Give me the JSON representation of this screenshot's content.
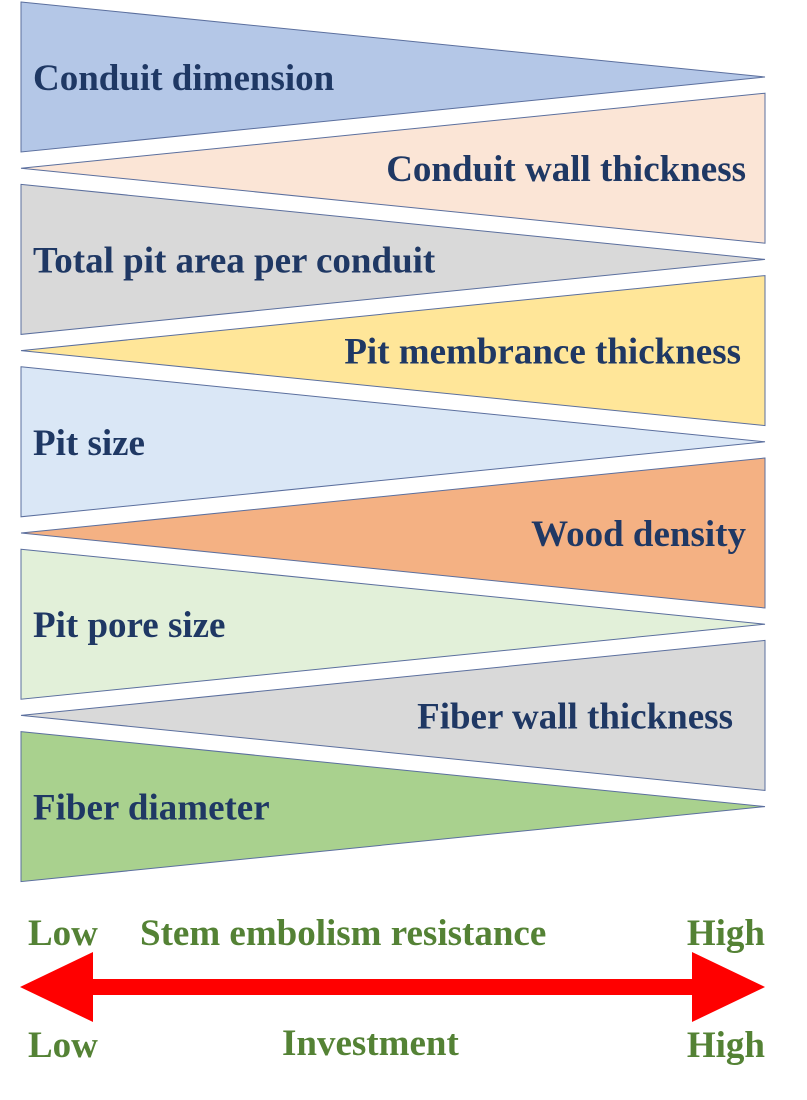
{
  "wedges": [
    {
      "label": "Conduit dimension",
      "direction": "decreasing",
      "color": "#b4c7e7"
    },
    {
      "label": "Conduit wall thickness",
      "direction": "increasing",
      "color": "#fbe5d6"
    },
    {
      "label": "Total pit area per conduit",
      "direction": "decreasing",
      "color": "#d9d9d9"
    },
    {
      "label": "Pit membrance thickness",
      "direction": "increasing",
      "color": "#ffe699"
    },
    {
      "label": "Pit size",
      "direction": "decreasing",
      "color": "#dae7f6"
    },
    {
      "label": "Wood density",
      "direction": "increasing",
      "color": "#f4b183"
    },
    {
      "label": "Pit pore size",
      "direction": "decreasing",
      "color": "#e2f0d9"
    },
    {
      "label": "Fiber wall thickness",
      "direction": "increasing",
      "color": "#d9d9d9"
    },
    {
      "label": "Fiber diameter",
      "direction": "decreasing",
      "color": "#a9d18e"
    }
  ],
  "axis": {
    "top_low": "Low",
    "top_title": "Stem embolism resistance",
    "top_high": "High",
    "bottom_low": "Low",
    "bottom_title": "Investment",
    "bottom_high": "High",
    "arrow_color": "#ff0000",
    "text_color": "#548235"
  },
  "label_color": "#1f3864"
}
